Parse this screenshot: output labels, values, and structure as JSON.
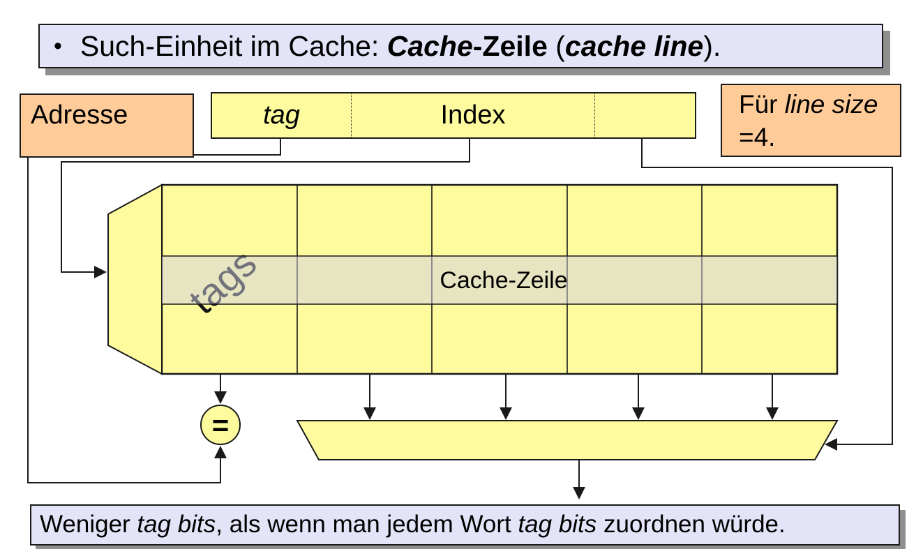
{
  "title": {
    "bullet": "•",
    "seg_plain1": "Such-Einheit im Cache: ",
    "seg_bold_italic1": "Cache",
    "seg_bold1": "-Zeile",
    "seg_plain2": " (",
    "seg_bold_italic2": "cache line",
    "seg_plain3": ")."
  },
  "address": {
    "label": "Adresse",
    "fields": {
      "tag": "tag",
      "index": "Index",
      "offset": ""
    }
  },
  "note": {
    "line1_plain": "Für ",
    "line1_italic": "line size",
    "line2": "=4."
  },
  "cache": {
    "tags_label": "tags",
    "row_label": "Cache-Zeile",
    "comparator_symbol": "=",
    "columns": 5,
    "rows": 3
  },
  "footer": {
    "seg1": "Weniger ",
    "seg2": "tag bits",
    "seg3": ", als wenn man jedem Wort ",
    "seg4": "tag bits",
    "seg5": " zuordnen würde."
  },
  "colors": {
    "box_yellow": "#FEFB9E",
    "box_orange": "#FFCC99",
    "box_lavender": "#E4E4F8",
    "shadow_gray": "#8F8F8F",
    "highlight_band": "#E6E5C4",
    "line_black": "#1A1A1A"
  }
}
